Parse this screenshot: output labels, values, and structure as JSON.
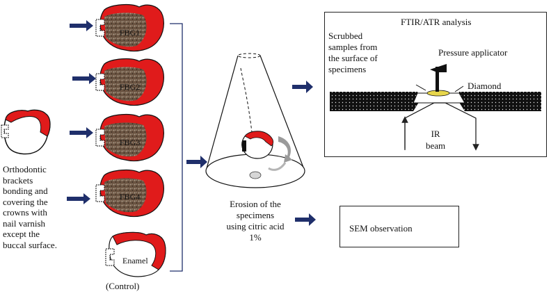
{
  "colors": {
    "enamel": "#e01b1b",
    "stain": "#5a4636",
    "arrow": "#1f2f6b",
    "crystal": "#e7d64b"
  },
  "left_text": {
    "lines": [
      "Orthodontic",
      "brackets",
      "bonding and",
      "covering the",
      "crowns with",
      "nail varnish",
      "except the",
      "buccal surface."
    ]
  },
  "groups": [
    {
      "label": "FBG1"
    },
    {
      "label": "FBG2"
    },
    {
      "label": "FBG3"
    },
    {
      "label": "FBG4"
    },
    {
      "label": "Enamel"
    }
  ],
  "control_label": "(Control)",
  "erosion_text": {
    "lines": [
      "Erosion of the",
      "specimens",
      "using citric acid",
      "1%"
    ]
  },
  "ftir": {
    "title": "FTIR/ATR analysis",
    "scrubbed_lines": [
      "Scrubbed",
      "samples from",
      "the surface of",
      "specimens"
    ],
    "pressure_label": "Pressure applicator",
    "diamond_label": "Diamond",
    "ir_lines": [
      "IR",
      "beam"
    ]
  },
  "sem": {
    "label": "SEM observation"
  }
}
